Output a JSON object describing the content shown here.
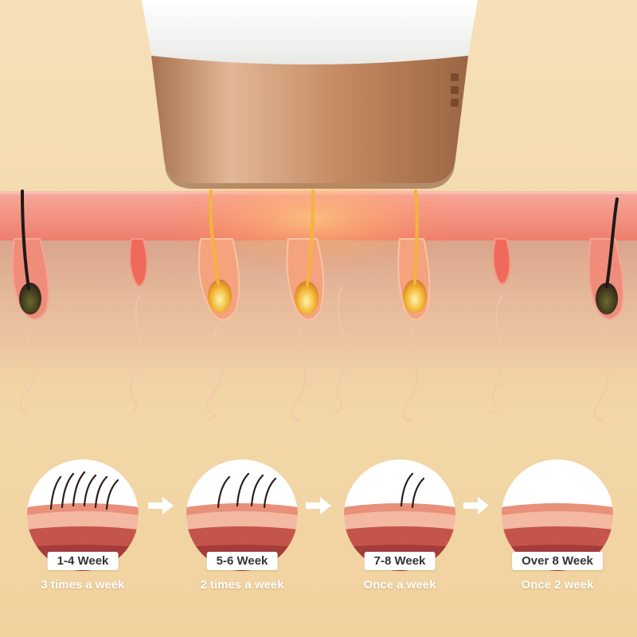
{
  "stages": [
    {
      "week": "1-4 Week",
      "frequency": "3 times a week",
      "hair_count": 6
    },
    {
      "week": "5-6 Week",
      "frequency": "2 times a week",
      "hair_count": 4
    },
    {
      "week": "7-8 Week",
      "frequency": "Once a week",
      "hair_count": 2
    },
    {
      "week": "Over 8 Week",
      "frequency": "Once 2 week",
      "hair_count": 0
    }
  ],
  "colors": {
    "background": "#f3d9ab",
    "skin": "#f08a78",
    "device_white": "#f4f4f2",
    "device_bronze": "#c8946a",
    "light_glow": "#f4b43a",
    "hair_dark": "#1e1a18"
  },
  "icons": [
    "ipl-device-icon",
    "arrow-right-icon"
  ]
}
